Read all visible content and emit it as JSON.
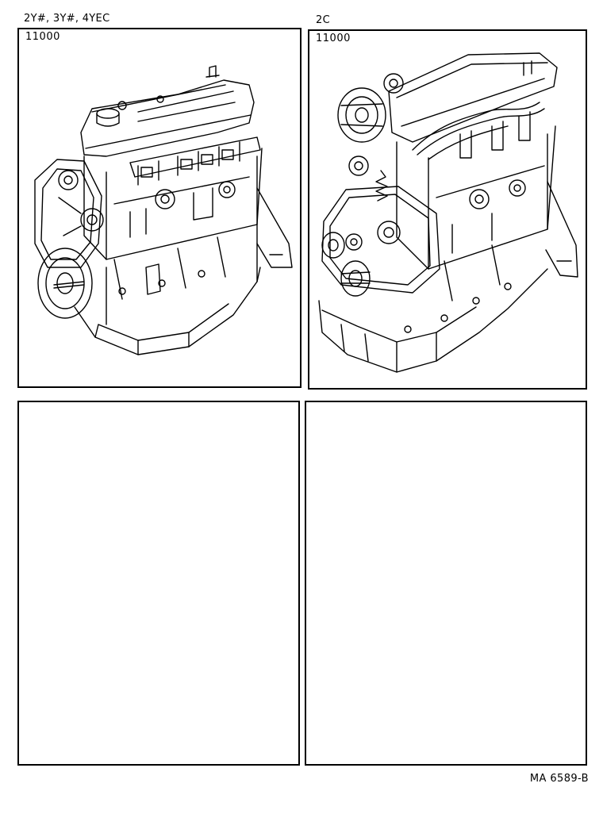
{
  "panels": [
    {
      "label": "2Y#, 3Y#, 4YEC",
      "part_number": "11000"
    },
    {
      "label": "2C",
      "part_number": "11000"
    },
    {
      "label": "",
      "part_number": ""
    },
    {
      "label": "",
      "part_number": ""
    }
  ],
  "figure_code": "MA 6589-B"
}
